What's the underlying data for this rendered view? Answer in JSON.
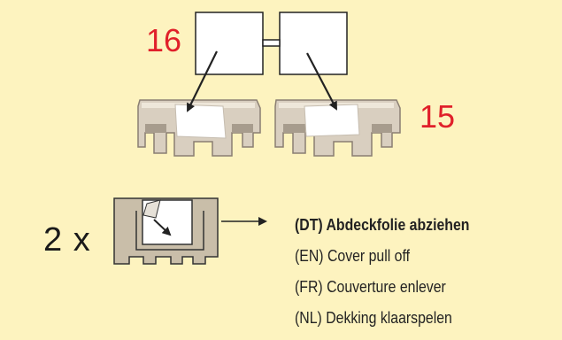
{
  "labels": {
    "part_16": "16",
    "part_15": "15",
    "quantity": "2 x"
  },
  "instructions": [
    "(DT) Abdeckfolie abziehen",
    "(EN) Cover pull off",
    "(FR) Couverture enlever",
    "(NL) Dekking klaarspelen"
  ],
  "colors": {
    "background": "#FDF3BF",
    "part_number": "#E0202A",
    "plastic_part": "#DDD3C4",
    "plastic_shadow": "#8A7E72",
    "cover_film": "#FFFFFF",
    "arrow": "#222222",
    "diagram_fill": "#C9BEA9"
  }
}
